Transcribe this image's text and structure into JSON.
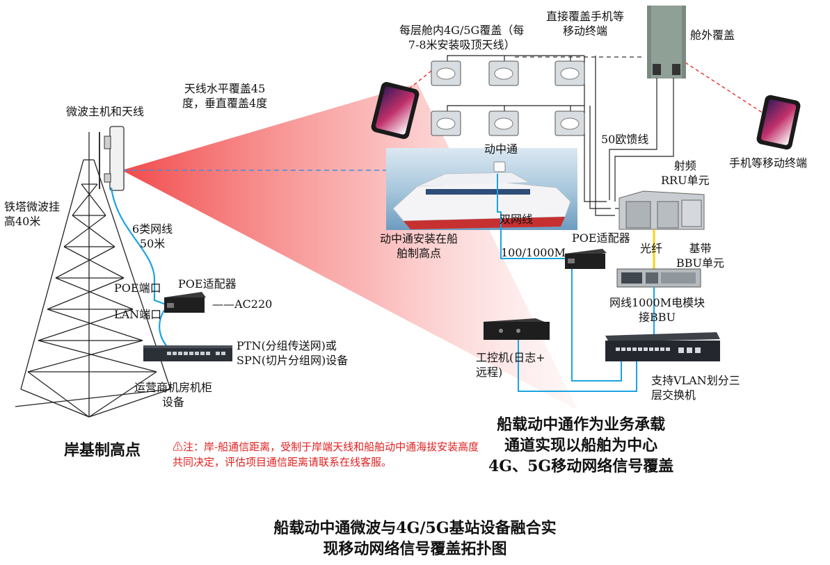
{
  "labels": {
    "microwave_host": "微波主机和天线",
    "antenna_coverage": "天线水平覆盖45\n度，垂直覆盖4度",
    "tower": "铁塔微波挂\n高40米",
    "cat6": "6类网线\n50米",
    "poe_port": "POE端口",
    "lan_port": "LAN端口",
    "poe_adapter_shore": "POE适配器",
    "ac220": "——AC220",
    "ptn": "PTN(分组传送网)或\nSPN(切片分组网)设备",
    "cabinet": "运营商机房机柜\n设备",
    "shore_point": "岸基制高点",
    "warning": "⚠注：岸-船通信距离，受制于岸端天线和船舶动中通海拔安装高度共同决定，评估项目通信距离请联系在线客服。",
    "cabin_coverage": "每层舱内4G/5G覆盖（每\n7-8米安装吸顶天线）",
    "direct_coverage": "直接覆盖手机等\n移动终端",
    "outdoor_coverage": "舱外覆盖",
    "feeder": "50欧馈线",
    "mobile_terminal": "手机等移动终端",
    "satcom": "动中通",
    "satcom_install": "动中通安装在船\n舶制高点",
    "dual_cable": "双网线",
    "rru": "射频\nRRU单元",
    "fiber": "光纤",
    "bbu": "基带\nBBU单元",
    "poe_adapter_ship": "POE适配器",
    "speed": "100/1000M",
    "module": "网线1000M电模块\n接BBU",
    "ipc": "工控机(日志+\n远程)",
    "switch": "支持VLAN划分三\n层交换机",
    "ship_summary": "船载动中通作为业务承载\n通道实现以船舶为中心\n4G、5G移动网络信号覆盖",
    "title": "船载动中通微波与4G/5G基站设备融合实\n现移动网络信号覆盖拓扑图"
  },
  "colors": {
    "beam": "#f24b4b",
    "cable_blue": "#1aa3e0",
    "fiber_yellow": "#f5d316",
    "dashed_red": "#e02020",
    "dashed_blue": "#3d8fe0",
    "warning": "#e02020"
  }
}
